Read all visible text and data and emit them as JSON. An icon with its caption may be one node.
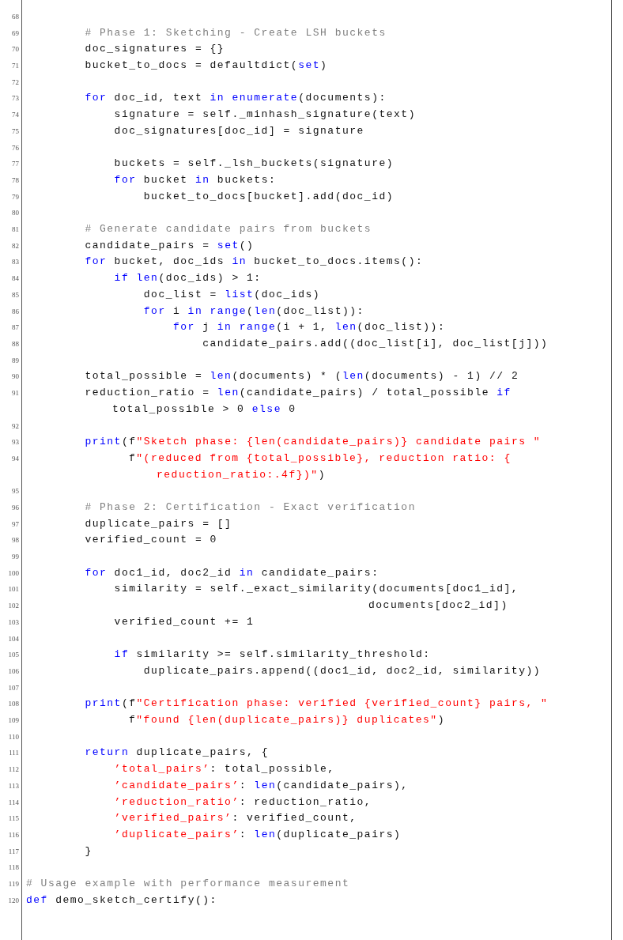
{
  "diagram": {
    "labels": [
      "68",
      "69",
      "# Phase 1: Sketching - Create LSH buckets",
      "70",
      "doc_signatures = {}",
      "71",
      "bucket_to_docs = defaultdict(set)",
      "72",
      "73",
      "for doc_id, text in enumerate(documents):",
      "74",
      "signature = self._minhash_signature(text)",
      "75",
      "doc_signatures[doc_id] = signature",
      "76",
      "77",
      "buckets = self._lsh_buckets(signature)",
      "78",
      "for bucket in buckets:",
      "79",
      "bucket_to_docs[bucket].add(doc_id)",
      "80",
      "81",
      "# Generate candidate pairs from buckets",
      "82",
      "candidate_pairs = set()",
      "83",
      "for bucket, doc_ids in bucket_to_docs.items():",
      "84",
      "if len(doc_ids) > 1:",
      "85",
      "doc_list = list(doc_ids)",
      "86",
      "for i in range(len(doc_list)):",
      "87",
      "for j in range(i + 1, len(doc_list)):",
      "88",
      "candidate_pairs.add((doc_list[i], doc_list[j]))",
      "89",
      "90",
      "total_possible = len(documents) * (len(documents) - 1) // 2",
      "91",
      "reduction_ratio = len(candidate_pairs) / total_possible if",
      "total_possible > 0 else 0",
      "92",
      "93",
      "print(f\"Sketch phase: {len(candidate_pairs)} candidate pairs \"",
      "94",
      "f\"(reduced from {total_possible}, reduction ratio: { reduction_ratio:.4f})\")",
      "95",
      "96",
      "# Phase 2: Certification - Exact verification",
      "97",
      "duplicate_pairs = []",
      "98",
      "verified_count = 0",
      "99",
      "100",
      "for doc1_id, doc2_id in candidate_pairs:",
      "101",
      "similarity = self._exact_similarity(documents[doc1_id],",
      "102",
      "documents[doc2_id])",
      "103",
      "verified_count += 1",
      "104",
      "105",
      "if similarity >= self.similarity_threshold:",
      "106",
      "duplicate_pairs.append((doc1_id, doc2_id, similarity))",
      "107",
      "108",
      "print(f\"Certification phase: verified {verified_count} pairs, \"",
      "109",
      "f\"found {len(duplicate_pairs)} duplicates\")",
      "110",
      "111",
      "return duplicate_pairs, {",
      "112",
      "’total_pairs’: total_possible,",
      "113",
      "’candidate_pairs’: len(candidate_pairs),",
      "114",
      "’reduction_ratio’: reduction_ratio,",
      "115",
      "’verified_pairs’: verified_count,",
      "116",
      "’duplicate_pairs’: len(duplicate_pairs)",
      "117",
      "}",
      "118",
      "119",
      "# Usage example with performance measurement",
      "120",
      "def demo_sketch_certify():"
    ]
  }
}
